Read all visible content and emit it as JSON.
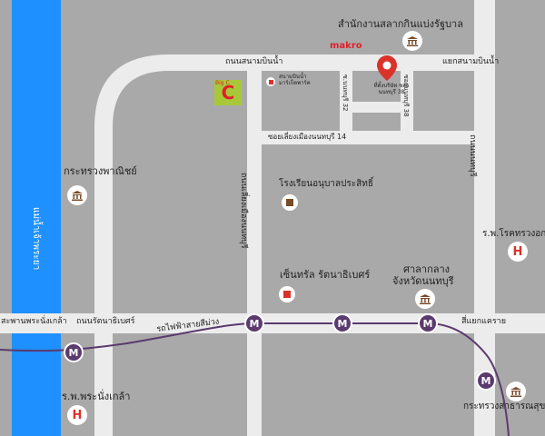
{
  "roads": {
    "sanam_bin_nam": "ถนนสนามบินน้ำ",
    "sanam_bin_nam_junction": "แยกสนามบินน้ำ",
    "rattanathibet": "ถนนรัตนาธิเบศร์",
    "nonthaburi": "ถนนนนทบุรี",
    "liang_mueang": "ถนนเลี่ยงเมืองนนทบุรี",
    "soi_liang_mueang_14": "ซอยเลี่ยงเมืองนนทบุรี 14",
    "soi_nonthaburi_38": "ซอยนนทบุรี 38",
    "soi_32": "ซ.นนทบุรี 32",
    "khae_rai_junction": "สี่แยกแคราย",
    "phra_nang_klao_bridge": "สะพานพระนั่งเกล้า",
    "chao_phraya_river": "แม่น้ำเจ้าพระยา"
  },
  "places": {
    "cabinet_office": "สำนักงานสลากกินแบ่งรัฐบาล",
    "makro": "makro",
    "big_c": "Big C",
    "airport_market": "สนามบินน้ำ มาร์เก็ตพาร์ค",
    "commerce_ministry": "กระทรวงพาณิชย์",
    "school": "โรงเรียนอนุบาลประสิทธิ์",
    "central": "เซ็นทรัล รัตนาธิเบศร์",
    "city_hall_line1": "ศาลากลาง",
    "city_hall_line2": "จังหวัดนนทบุรี",
    "chest_hospital": "ร.พ.โรคทรวงอก",
    "pnk_hospital": "ร.พ.พระนั่งเกล้า",
    "health_ministry": "กระทรวงสาธารณสุข",
    "destination": "ที่ตั้งบริษัท ซอยนนทบุรี 38"
  },
  "transit": {
    "line_name": "รถไฟฟ้าสายสีม่วง",
    "station_symbol": "M"
  },
  "colors": {
    "background": "#a9a9a9",
    "road": "#ececec",
    "river": "#1e90ff",
    "purple_line": "#5b3a6e",
    "pin": "#d9332a",
    "makro": "#e0202a"
  }
}
